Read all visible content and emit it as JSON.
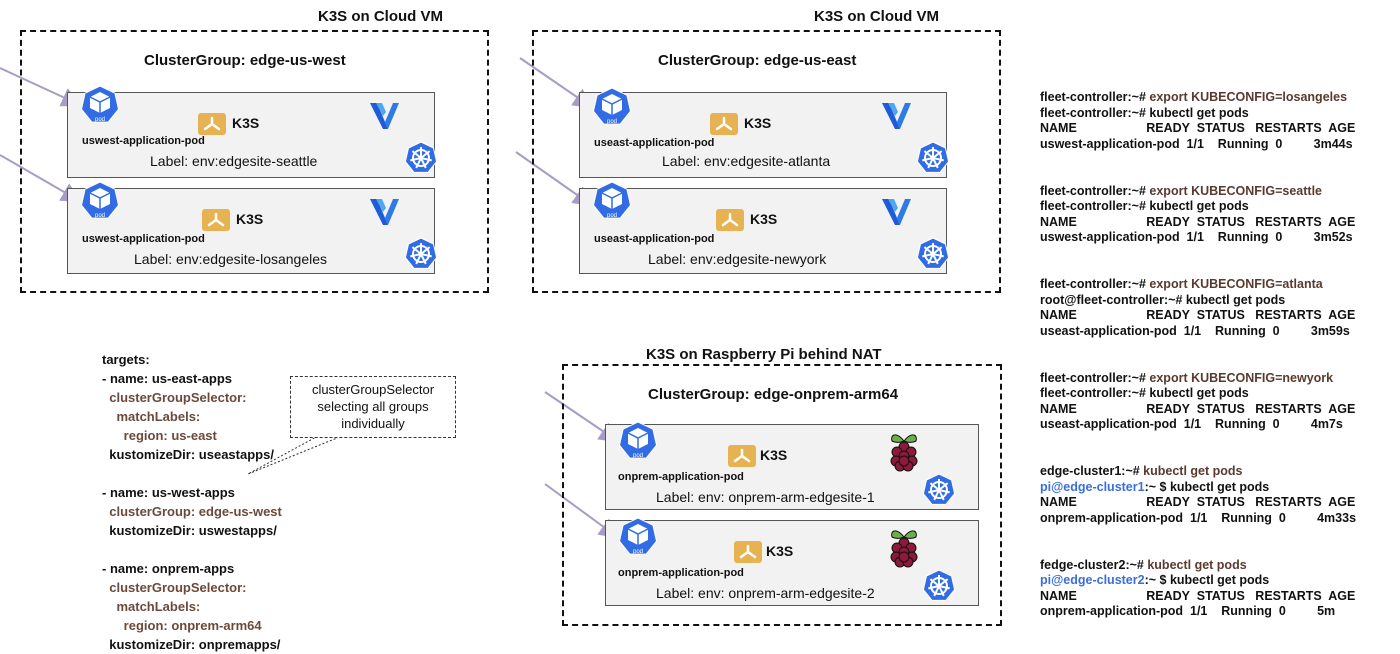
{
  "colors": {
    "k8s_blue": "#326CE5",
    "k3s_orange": "#E7B251",
    "arrow": "#a89cc4",
    "yaml_brown": "#6b4a3a",
    "terminal_blue": "#3a6fd8"
  },
  "boxes": {
    "vm_west": {
      "title": "K3S on Cloud VM",
      "group": "ClusterGroup: edge-us-west",
      "clusters": [
        {
          "pod": "uswest-application-pod",
          "k3s": "K3S",
          "label": "Label: env:edgesite-seattle"
        },
        {
          "pod": "uswest-application-pod",
          "k3s": "K3S",
          "label": "Label: env:edgesite-losangeles"
        }
      ]
    },
    "vm_east": {
      "title": "K3S on Cloud VM",
      "group": "ClusterGroup: edge-us-east",
      "clusters": [
        {
          "pod": "useast-application-pod",
          "k3s": "K3S",
          "label": "Label: env:edgesite-atlanta"
        },
        {
          "pod": "useast-application-pod",
          "k3s": "K3S",
          "label": "Label: env:edgesite-newyork"
        }
      ]
    },
    "rpi": {
      "title": "K3S on Raspberry Pi behind NAT",
      "group": "ClusterGroup: edge-onprem-arm64",
      "clusters": [
        {
          "pod": "onprem-application-pod",
          "k3s": "K3S",
          "label": "Label: env: onprem-arm-edgesite-1"
        },
        {
          "pod": "onprem-application-pod",
          "k3s": "K3S",
          "label": "Label: env: onprem-arm-edgesite-2"
        }
      ]
    }
  },
  "icon_text": {
    "pod": "pod"
  },
  "yaml": {
    "l1": "targets:",
    "l2": "- name: us-east-apps",
    "l3": "  clusterGroupSelector:",
    "l4": "    matchLabels:",
    "l5": "      region: us-east",
    "l6": "  kustomizeDir: useastapps/",
    "l7": "- name: us-west-apps",
    "l8": "  clusterGroup: edge-us-west",
    "l9": "  kustomizeDir: uswestapps/",
    "l10": "- name: onprem-apps",
    "l11": "  clusterGroupSelector:",
    "l12": "    matchLabels:",
    "l13": "      region: onprem-arm64",
    "l14": "  kustomizeDir: onpremapps/"
  },
  "callout": {
    "l1": "clusterGroupSelector",
    "l2": "selecting all groups",
    "l3": "individually"
  },
  "terminal": [
    {
      "l1a": "fleet-controller:~# ",
      "l1b": "export KUBECONFIG=losangeles",
      "l2": "fleet-controller:~# kubectl get pods",
      "l3": "NAME                    READY  STATUS   RESTARTS  AGE",
      "l4": "uswest-application-pod  1/1    Running  0         3m44s"
    },
    {
      "l1a": "fleet-controller:~# ",
      "l1b": "export KUBECONFIG=seattle",
      "l2": "fleet-controller:~# kubectl get pods",
      "l3": "NAME                    READY  STATUS   RESTARTS  AGE",
      "l4": "uswest-application-pod  1/1    Running  0         3m52s"
    },
    {
      "l1a": "fleet-controller:~# ",
      "l1b": "export KUBECONFIG=atlanta",
      "l2": "root@fleet-controller:~# kubectl get pods",
      "l3": "NAME                    READY  STATUS   RESTARTS  AGE",
      "l4": "useast-application-pod  1/1    Running  0         3m59s"
    },
    {
      "l1a": "fleet-controller:~# ",
      "l1b": "export KUBECONFIG=newyork",
      "l2": "fleet-controller:~# kubectl get pods",
      "l3": "NAME                    READY  STATUS   RESTARTS  AGE",
      "l4": "useast-application-pod  1/1    Running  0         4m7s"
    }
  ],
  "terminal_pi": [
    {
      "l1a": "edge-cluster1:~# ",
      "l1b": "kubectl get pods",
      "l2a": "pi@edge-cluster1",
      "l2b": ":~ $ kubectl get pods",
      "l3": "NAME                    READY  STATUS   RESTARTS  AGE",
      "l4": "onprem-application-pod  1/1    Running  0         4m33s"
    },
    {
      "l1a": "fedge-cluster2:~# ",
      "l1b": "kubectl get pods",
      "l2a": "pi@edge-cluster2",
      "l2b": ":~ $ kubectl get pods",
      "l3": "NAME                    READY  STATUS   RESTARTS  AGE",
      "l4": "onprem-application-pod  1/1    Running  0         5m"
    }
  ]
}
